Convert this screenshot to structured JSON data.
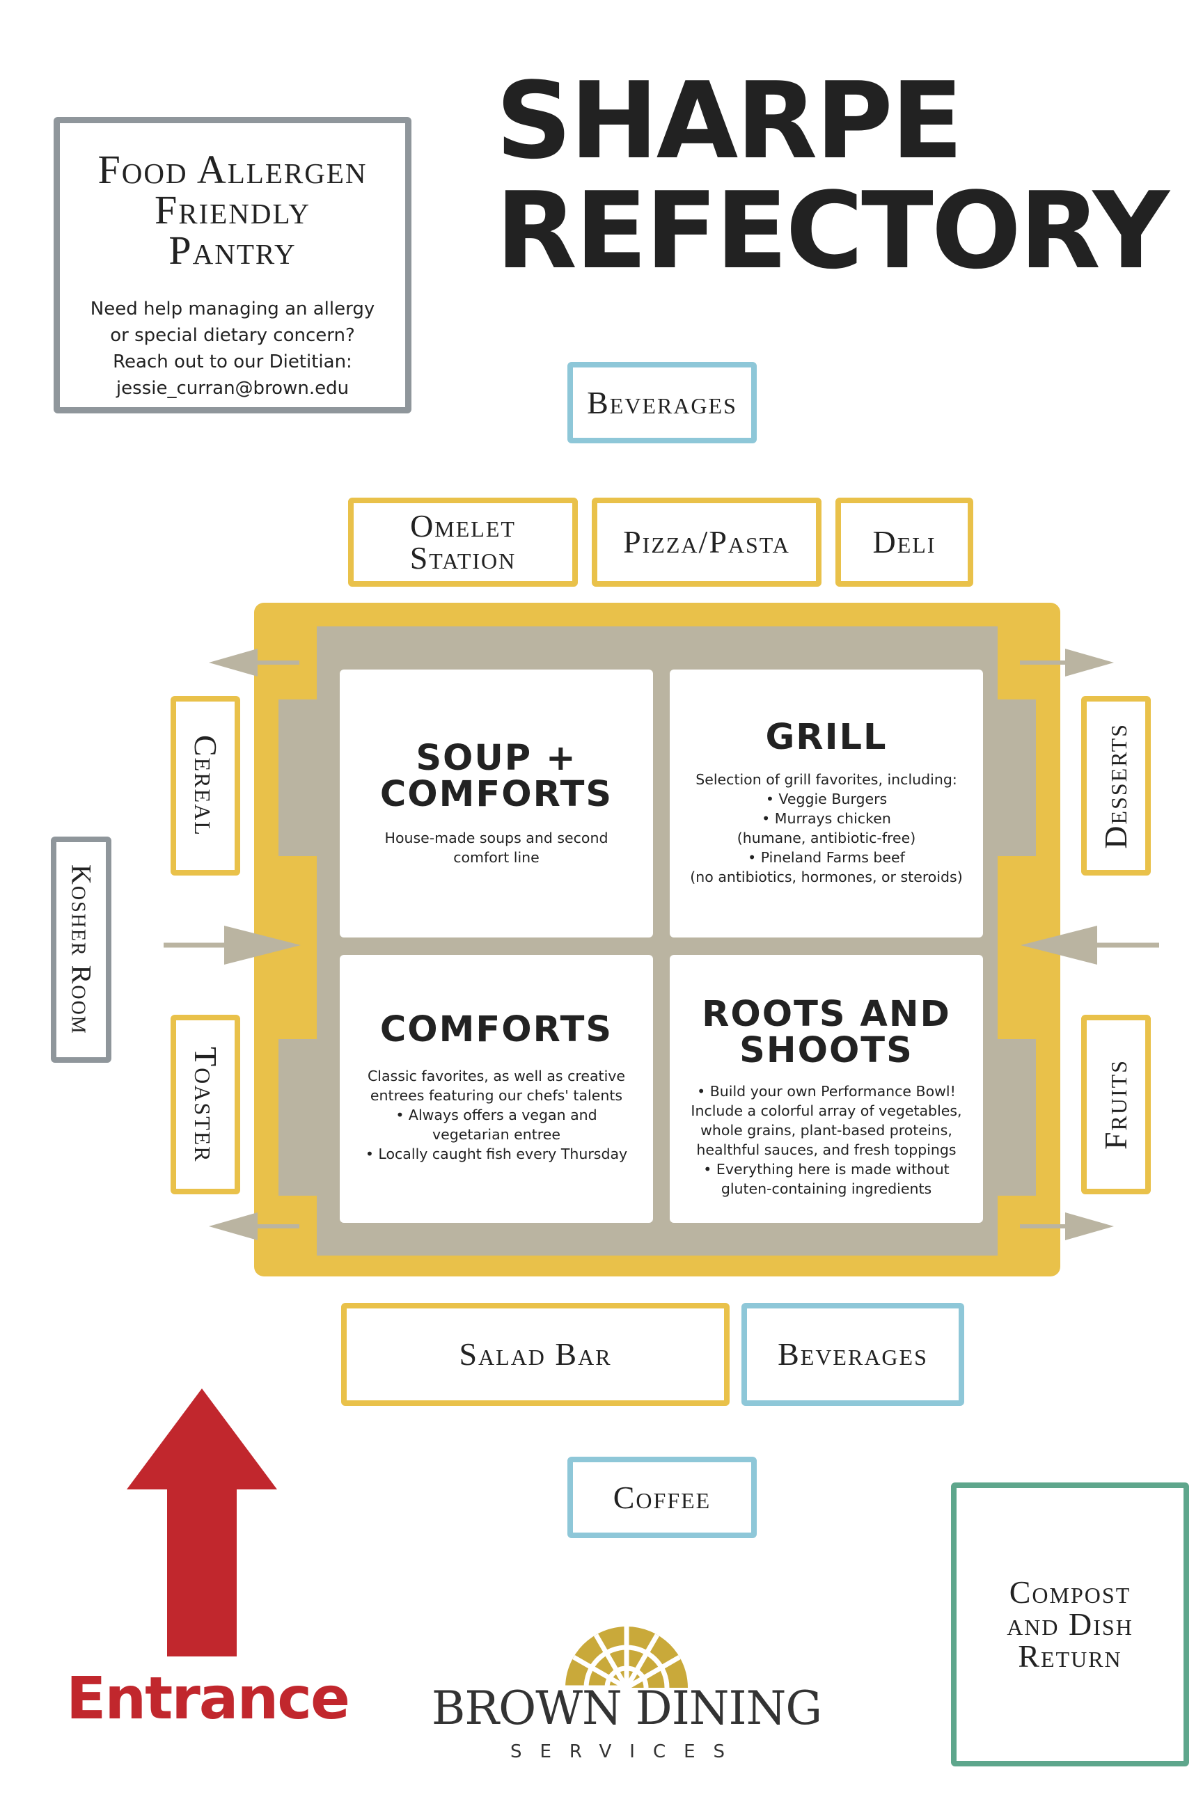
{
  "title": {
    "line1": "SHARPE",
    "line2": "REFECTORY"
  },
  "pantry": {
    "title_lines": [
      "Food Allergen",
      "Friendly",
      "Pantry"
    ],
    "text_lines": [
      "Need help managing an allergy",
      "or special dietary concern?",
      "Reach out to our Dietitian:",
      "jessie_curran@brown.edu"
    ]
  },
  "stations": {
    "beverages_top": "Beverages",
    "omelet_line1": "Omelet",
    "omelet_line2": "Station",
    "pizza_pasta": "Pizza/Pasta",
    "deli": "Deli",
    "cereal": "Cereal",
    "kosher_room": "Kosher Room",
    "toaster": "Toaster",
    "desserts": "Desserts",
    "fruits": "Fruits",
    "salad_bar": "Salad Bar",
    "beverages_bottom": "Beverages",
    "coffee": "Coffee",
    "compost_lines": [
      "Compost",
      "and Dish",
      "Return"
    ]
  },
  "cards": {
    "soup": {
      "title_lines": [
        "SOUP +",
        "COMFORTS"
      ],
      "desc_lines": [
        "House-made soups and second",
        "comfort line"
      ]
    },
    "grill": {
      "title_lines": [
        "GRILL"
      ],
      "desc_lines": [
        "Selection of grill favorites, including:",
        "•  Veggie Burgers",
        "•  Murrays chicken",
        "(humane, antibiotic-free)",
        "•  Pineland Farms beef",
        "(no antibiotics, hormones, or steroids)"
      ]
    },
    "comforts": {
      "title_lines": [
        "COMFORTS"
      ],
      "desc_lines": [
        "Classic favorites, as well as creative",
        "entrees featuring our chefs' talents",
        "•  Always offers a vegan and",
        "vegetarian entree",
        "•  Locally caught fish every Thursday"
      ]
    },
    "roots": {
      "title_lines": [
        "ROOTS AND",
        "SHOOTS"
      ],
      "desc_lines": [
        "•  Build your own Performance Bowl!",
        "Include a colorful array of vegetables,",
        "whole grains, plant-based proteins,",
        "healthful sauces, and fresh toppings",
        "•  Everything here is made without",
        "gluten-containing ingredients"
      ]
    }
  },
  "entrance_label": "Entrance",
  "logo": {
    "name": "BROWN DINING",
    "sub": "SERVICES"
  },
  "colors": {
    "yellow": "#e9c14a",
    "blue": "#8ec7d8",
    "gray": "#8f969b",
    "green": "#5ea68c",
    "entrance_red": "#c1272d",
    "logo_gold": "#c9a93a"
  }
}
